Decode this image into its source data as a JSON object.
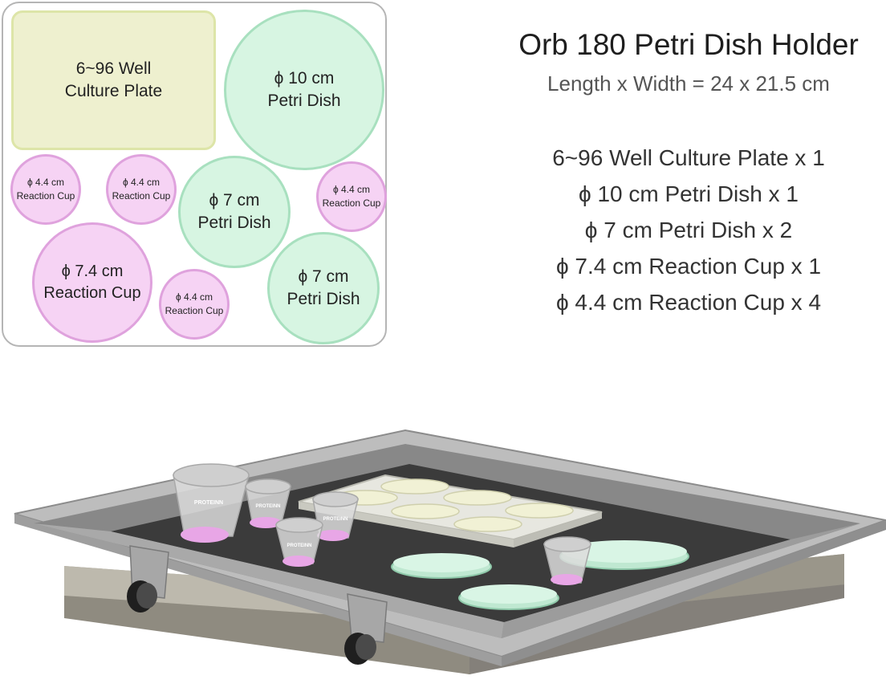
{
  "layout_diagram": {
    "plate": {
      "line1": "6~96 Well",
      "line2": "Culture Plate"
    },
    "dish_10": {
      "line1": "ϕ 10 cm",
      "line2": "Petri Dish"
    },
    "dish_7_a": {
      "line1": "ϕ 7 cm",
      "line2": "Petri Dish"
    },
    "dish_7_b": {
      "line1": "ϕ 7 cm",
      "line2": "Petri Dish"
    },
    "cup_74": {
      "line1": "ϕ 7.4 cm",
      "line2": "Reaction Cup"
    },
    "cup_44_a": {
      "line1": "ϕ 4.4 cm",
      "line2": "Reaction Cup"
    },
    "cup_44_b": {
      "line1": "ϕ 4.4 cm",
      "line2": "Reaction Cup"
    },
    "cup_44_c": {
      "line1": "ϕ 4.4 cm",
      "line2": "Reaction Cup"
    },
    "cup_44_d": {
      "line1": "ϕ 4.4 cm",
      "line2": "Reaction Cup"
    }
  },
  "info": {
    "title": "Orb 180 Petri Dish Holder",
    "dimensions": "Length x Width = 24 x 21.5 cm",
    "contents": [
      "6~96 Well Culture Plate x 1",
      "ϕ 10 cm Petri Dish x 1",
      "ϕ 7 cm Petri Dish x 2",
      "ϕ 7.4 cm Reaction Cup x 1",
      "ϕ 4.4 cm Reaction Cup x 4"
    ]
  },
  "illustration": {
    "cup_brand": "PROTEINN"
  },
  "colors": {
    "plate_fill": "#eef0cf",
    "dish_fill": "#d7f5e2",
    "cup_fill": "#f6d3f4",
    "tray_surface": "#3b3b3b",
    "tray_rim": "#c4c4c4",
    "base": "#aaa69a"
  }
}
